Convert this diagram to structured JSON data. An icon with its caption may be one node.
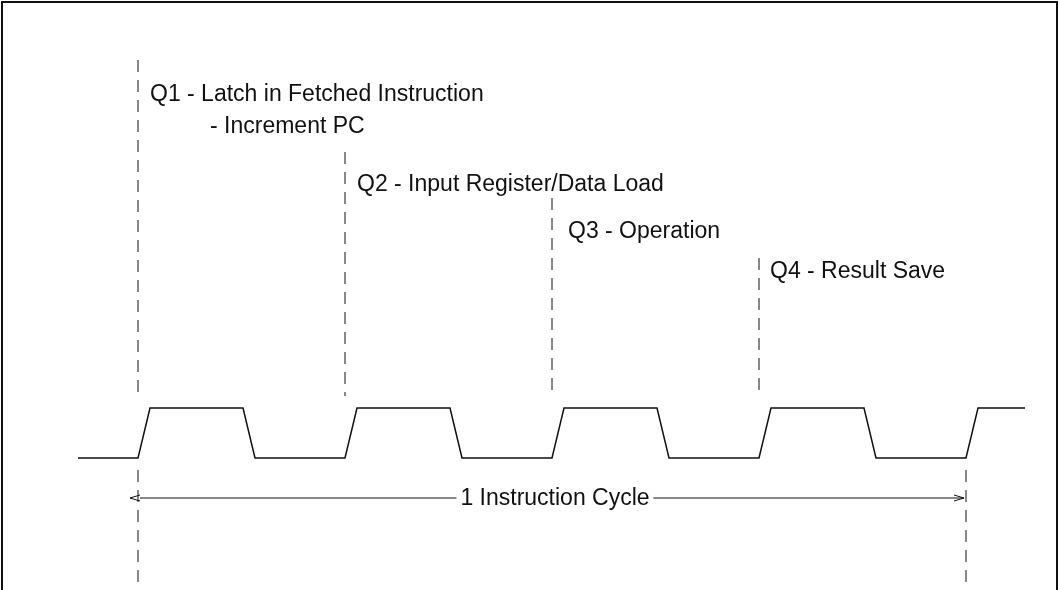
{
  "diagram": {
    "labels": [
      "Q1 - Latch in Fetched Instruction",
      "- Increment PC",
      "Q2 - Input Register/Data Load",
      "Q3 - Operation",
      "Q4 - Result Save",
      "1 Instruction Cycle"
    ]
  }
}
